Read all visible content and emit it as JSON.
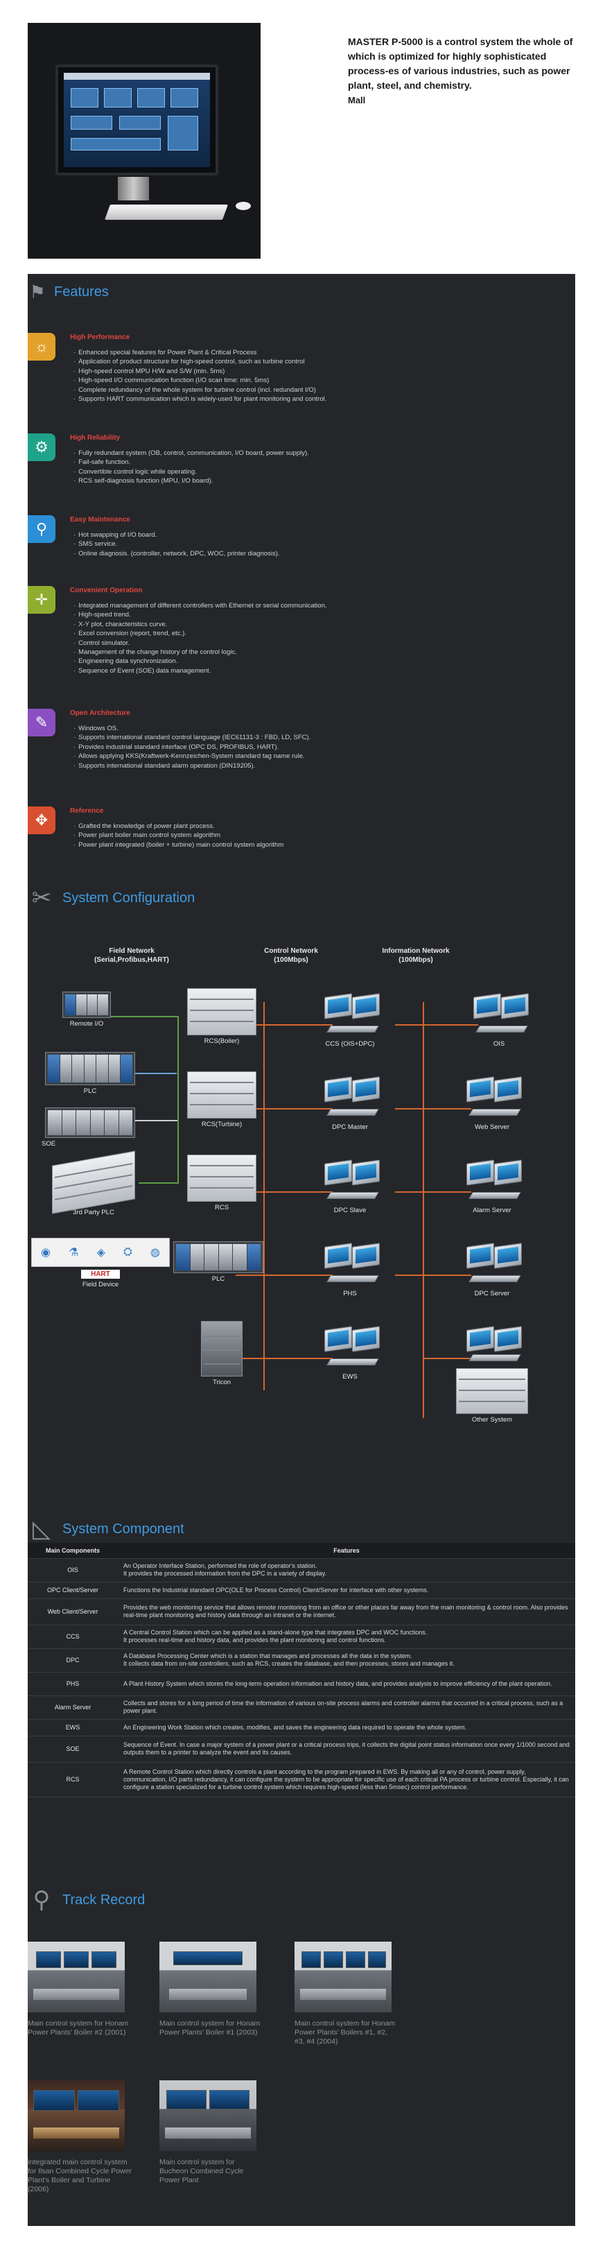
{
  "hero": {
    "description": "MASTER P-5000 is a control system the whole of which is optimized for highly sophisticated process-es of various industries, such as power plant, steel, and chemistry.",
    "tag": "Mall"
  },
  "features": {
    "title": "Features",
    "items": [
      {
        "title": "High Performance",
        "icon": "sun-gear-icon",
        "color": "#e2a12b",
        "lines": [
          "Enhanced special features for Power Plant & Critical Process",
          "Application of product structure for high-speed control, such as turbine control",
          "High-speed control MPU H/W and S/W (min. 5ms)",
          "High-speed I/O communication function (I/O scan time: min. 5ms)",
          "Complete redundancy of the whole system for turbine control (incl. redundant I/O)",
          "Supports HART communication which is widely-used for plant monitoring and control."
        ]
      },
      {
        "title": "High Reliability",
        "icon": "gears-icon",
        "color": "#1fa38a",
        "lines": [
          "Fully redundant system (OB, control, communication, I/O board, power supply).",
          "Fail-safe function.",
          "Convertible control logic while operating.",
          "RCS self-diagnosis function (MPU, I/O board)."
        ]
      },
      {
        "title": "Easy Maintenance",
        "icon": "magnifier-icon",
        "color": "#2c8fd6",
        "lines": [
          "Hot swapping of I/O board.",
          "SMS service.",
          "Online diagnosis. (controller, network, DPC, WOC, printer diagnosis)."
        ]
      },
      {
        "title": "Convenient Operation",
        "icon": "crosshair-icon",
        "color": "#8fae2f",
        "lines": [
          "Integrated management of different controllers with Ethernet or serial communication.",
          "High-speed trend.",
          "X-Y plot, characteristics curve.",
          "Excel conversion (report, trend, etc.).",
          "Control simulator.",
          "Management of the change history of the control logic.",
          "Engineering data synchronization.",
          "Sequence of Event (SOE) data management."
        ]
      },
      {
        "title": "Open Architecture",
        "icon": "pencil-icon",
        "color": "#8a4fc0",
        "lines": [
          "Windows OS.",
          "Supports international standard control language (IEC61131-3 : FBD, LD, SFC).",
          "Provides industrial standard interface (OPC DS, PROFIBUS, HART).",
          "Allows applying KKS(Kraftwerk-Kennzeichen-System standard tag name rule.",
          "Supports international standard alarm operation (DIN19205)."
        ]
      },
      {
        "title": "Reference",
        "icon": "arrows-in-icon",
        "color": "#d8502f",
        "lines": [
          "Grafted the knowledge of power plant process.",
          "Power plant boiler main control system algorithm",
          "Power plant integrated (boiler + turbine) main control system algorithm"
        ]
      }
    ]
  },
  "configuration": {
    "title": "System Configuration",
    "columns": {
      "field": "Field Network\n(Serial,Profibus,HART)",
      "control": "Control Network\n(100Mbps)",
      "information": "Information Network\n(100Mbps)"
    },
    "nodes": {
      "remote_io": "Remote I/O",
      "plc_left": "PLC",
      "soe": "SOE",
      "third_party_plc": "3rd Party PLC",
      "field_device": "Field Device",
      "hart": "HART",
      "rcs_boiler": "RCS(Boiler)",
      "rcs_turbine": "RCS(Turbine)",
      "rcs": "RCS",
      "plc_center": "PLC",
      "tricon": "Tricon",
      "ccs": "CCS (OIS+DPC)",
      "dpc_master": "DPC Master",
      "dpc_slave": "DPC Slave",
      "phs": "PHS",
      "ews": "EWS",
      "ois": "OIS",
      "web_server": "Web Server",
      "alarm_server": "Alarm Server",
      "dpc_server": "DPC Server",
      "other_system": "Other System"
    }
  },
  "components": {
    "title": "System Component",
    "headers": [
      "Main Components",
      "Features"
    ],
    "rows": [
      {
        "name": "OIS",
        "text": "An Operator Interface Station, performed the role of operator's station.\nIt provides the processed information from the DPC in a variety of display."
      },
      {
        "name": "OPC Client/Server",
        "text": "Functions the Industrial standard OPC(OLE for Process Control) Client/Server for interface with other systems."
      },
      {
        "name": "Web Client/Server",
        "text": "Provides the web monitoring service that allows remote monitoring from an office or other places far away from the main monitoring & control room. Also provides real-time plant monitoring and history data through an intranet or the internet."
      },
      {
        "name": "CCS",
        "text": "A Central Control Station which can be applied as a stand-alone type that integrates DPC and WOC functions.\nIt processes real-time and history data, and provides the plant monitoring and control functions."
      },
      {
        "name": "DPC",
        "text": "A Database Processing Center which is a station that manages and processes all the data in the system.\nIt collects data from on-site controllers, such as RCS, creates the database, and then processes, stores and manages it."
      },
      {
        "name": "PHS",
        "text": "A Plant History System which stores the long-term operation information and history data, and provides analysis to improve efficiency of the plant operation."
      },
      {
        "name": "Alarm Server",
        "text": "Collects and stores for a long period of time the information of various on-site process alarms and controller alarms that occurred in a critical process, such as a power plant."
      },
      {
        "name": "EWS",
        "text": "An Engineering Work Station which creates, modifies, and saves the engineering data required to operate the whole system."
      },
      {
        "name": "SOE",
        "text": "Sequence of Event. In case a major system of a power plant or a critical process trips, it collects the digital point status information once every 1/1000 second and outputs them to a printer to analyze the event and its causes."
      },
      {
        "name": "RCS",
        "text": "A Remote Control Station which directly controls a plant according to the program prepared in EWS. By making all or any of control, power supply, communication, I/O parts redundancy, it can configure the system to be appropriate for specific use of each critical PA process or turbine control. Especially, it can configure a station specialized for a turbine control system which requires high-speed (less than 5msec) control performance."
      }
    ]
  },
  "track_record": {
    "title": "Track Record",
    "items": [
      "Main control system for Honam Power Plants' Boiler #2 (2001)",
      "Main control system for Honam Power Plants' Boiler #1 (2003)",
      "Main control system for Honam Power Plants' Boilers #1, #2, #3, #4 (2004)",
      "Integrated main control system for Ilsan Combined Cycle Power Plant's Boiler and Turbine (2006)",
      "Main control system for Bucheon Combined Cycle Power Plant"
    ]
  }
}
